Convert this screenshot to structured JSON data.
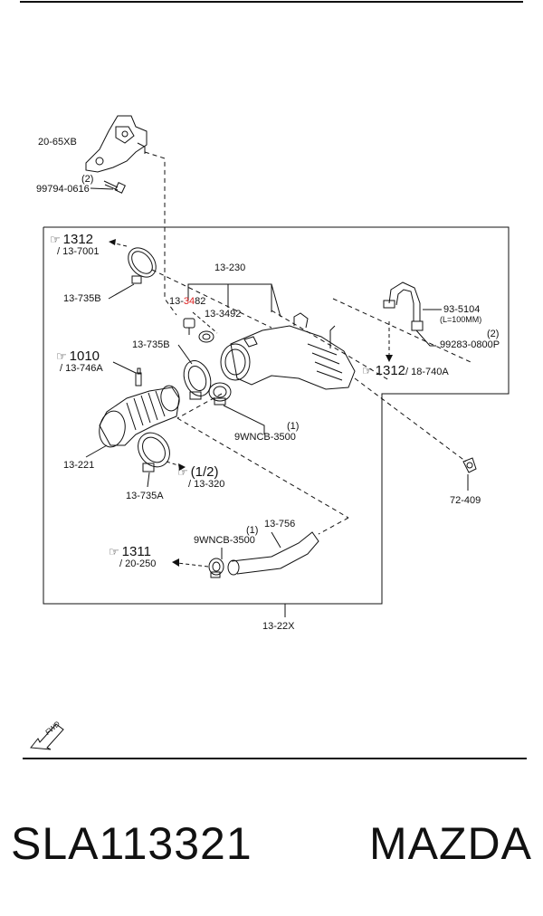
{
  "labels": {
    "bracket": "20-65XB",
    "bolt_qty": "(2)",
    "bolt": "99794-0616",
    "clamp_top": "13-735B",
    "part_13_230": "13-230",
    "part_3482_a": "13-",
    "part_3482_hl": "34",
    "part_3482_b": "82",
    "part_3492": "13-3492",
    "clamp_mid": "13-735B",
    "part_93_5104": "93-5104",
    "hose_len": "(L=100MM)",
    "clip_qty": "(2)",
    "clip": "99283-0800P",
    "part_13_221": "13-221",
    "part_9wncb_qty_a": "(1)",
    "part_9wncb_a": "9WNCB-3500",
    "clamp_bottom": "13-735A",
    "part_72_409": "72-409",
    "part_13_756": "13-756",
    "part_9wncb_qty_b": "(1)",
    "part_9wncb_b": "9WNCB-3500",
    "assembly": "13-22X"
  },
  "refs": {
    "r1": {
      "num": "1312",
      "sub": "/ 13-7001"
    },
    "r2": {
      "num": "1010",
      "sub": "/ 13-746A"
    },
    "r3": {
      "num": "1312",
      "sub": "/ 18-740A"
    },
    "r4": {
      "num": "(1/2)",
      "sub": "/ 13-320"
    },
    "r5": {
      "num": "1311",
      "sub": "/ 20-250"
    }
  },
  "fwd": "FWD",
  "footer": {
    "part_number": "SLA113321",
    "brand": "MAZDA"
  },
  "colors": {
    "line": "#111111",
    "highlight": "#dd2222"
  }
}
